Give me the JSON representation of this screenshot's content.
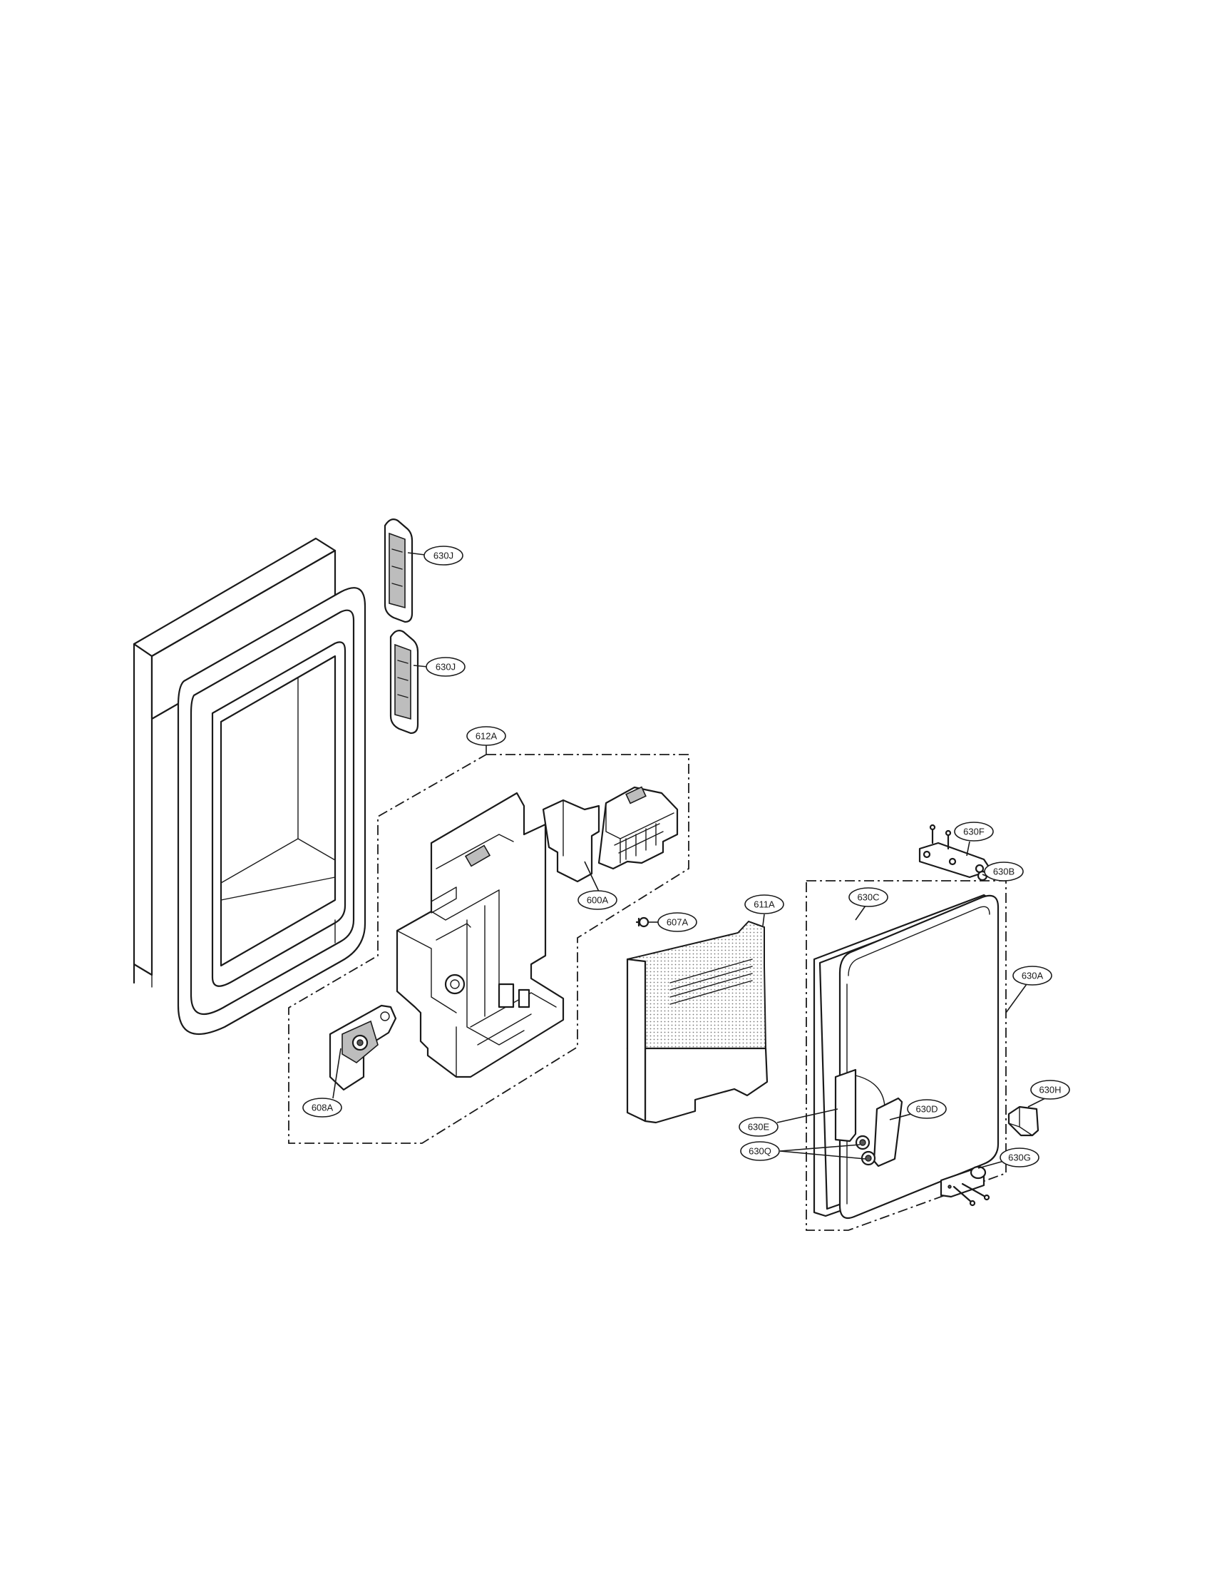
{
  "callouts": [
    {
      "id": "c630J-1",
      "label": "630J"
    },
    {
      "id": "c630J-2",
      "label": "630J"
    },
    {
      "id": "c612A",
      "label": "612A"
    },
    {
      "id": "c600A",
      "label": "600A"
    },
    {
      "id": "c607A",
      "label": "607A"
    },
    {
      "id": "c611A",
      "label": "611A"
    },
    {
      "id": "c608A",
      "label": "608A"
    },
    {
      "id": "c630F",
      "label": "630F"
    },
    {
      "id": "c630B",
      "label": "630B"
    },
    {
      "id": "c630C",
      "label": "630C"
    },
    {
      "id": "c630A",
      "label": "630A"
    },
    {
      "id": "c630H",
      "label": "630H"
    },
    {
      "id": "c630D",
      "label": "630D"
    },
    {
      "id": "c630E",
      "label": "630E"
    },
    {
      "id": "c630G",
      "label": "630G"
    },
    {
      "id": "c630Q",
      "label": "630Q"
    }
  ]
}
